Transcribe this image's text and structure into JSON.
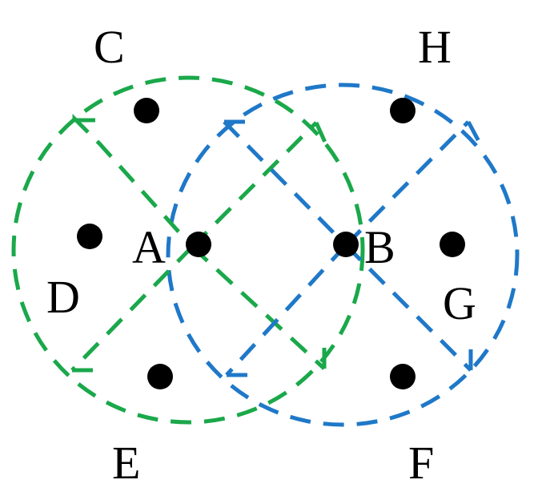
{
  "diagram": {
    "labels": {
      "A": "A",
      "B": "B",
      "C": "C",
      "D": "D",
      "E": "E",
      "F": "F",
      "G": "G",
      "H": "H"
    },
    "colors": {
      "green": "#1aa84a",
      "blue": "#1f78c8",
      "node": "#000000"
    }
  }
}
